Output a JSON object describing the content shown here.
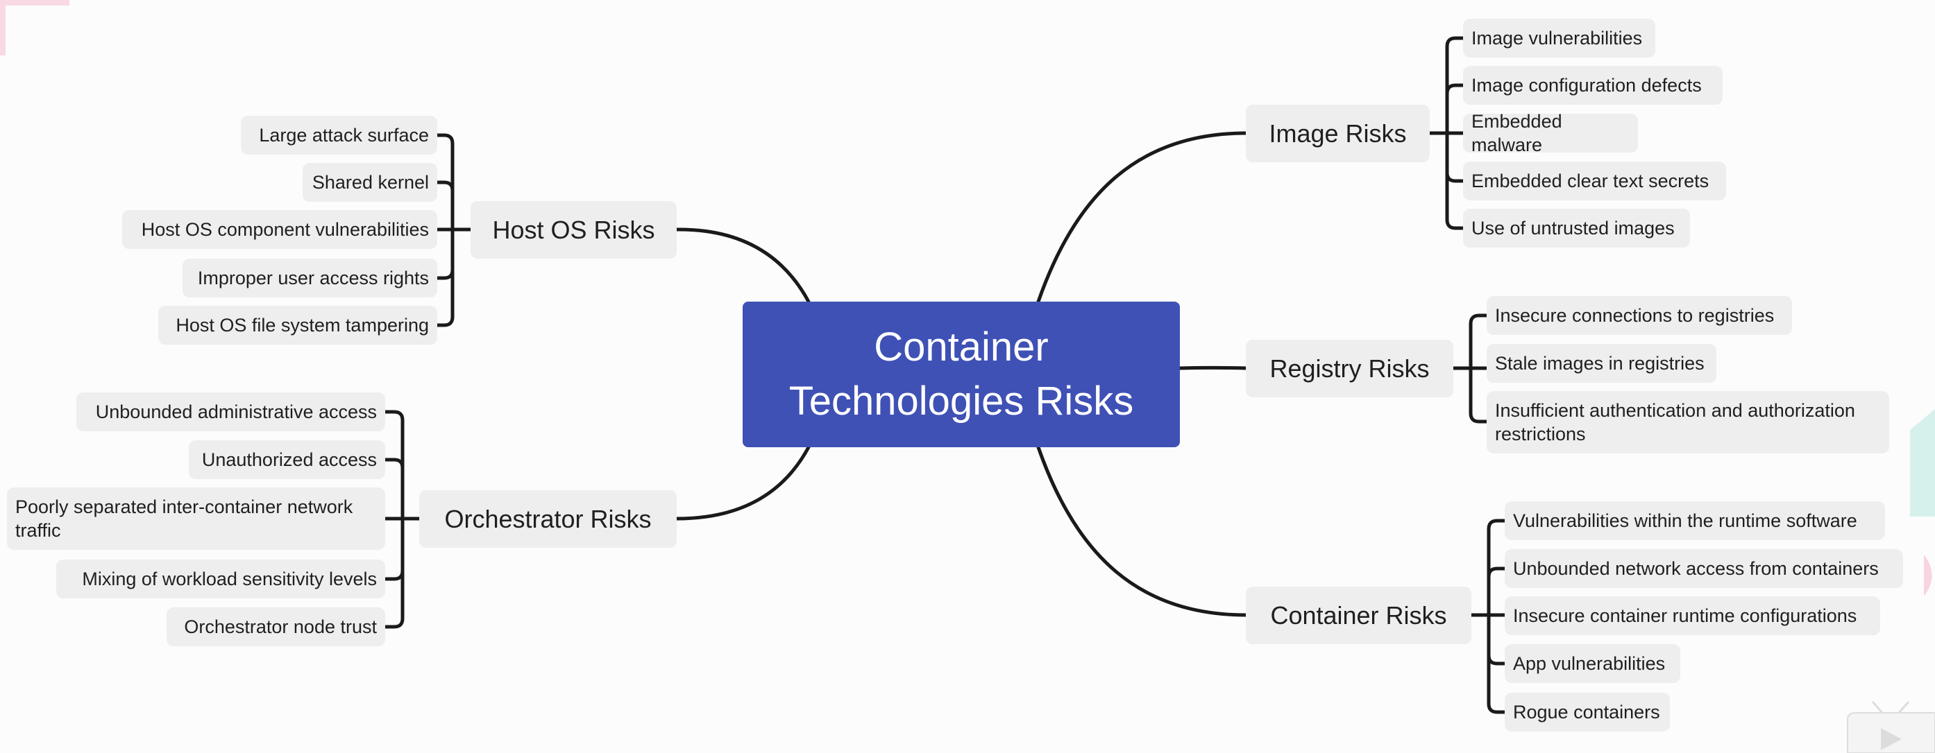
{
  "center": {
    "title": "Container Technologies Risks"
  },
  "branches": {
    "host_os": {
      "label": "Host OS Risks",
      "items": [
        "Large attack surface",
        "Shared kernel",
        "Host OS component vulnerabilities",
        "Improper user access rights",
        "Host OS file system tampering"
      ]
    },
    "orchestrator": {
      "label": "Orchestrator Risks",
      "items": [
        "Unbounded administrative access",
        "Unauthorized access",
        "Poorly separated inter-container network traffic",
        "Mixing of workload sensitivity levels",
        "Orchestrator node trust"
      ]
    },
    "image": {
      "label": "Image Risks",
      "items": [
        "Image vulnerabilities",
        "Image configuration defects",
        "Embedded malware",
        "Embedded clear text secrets",
        "Use of untrusted images"
      ]
    },
    "registry": {
      "label": "Registry Risks",
      "items": [
        "Insecure connections to registries",
        "Stale images in registries",
        "Insufficient authentication and authorization restrictions"
      ]
    },
    "container": {
      "label": "Container Risks",
      "items": [
        "Vulnerabilities within the runtime software",
        "Unbounded network access from containers",
        "Insecure container runtime configurations",
        "App vulnerabilities",
        "Rogue containers"
      ]
    }
  },
  "colors": {
    "center_fill": "#3f51b5",
    "center_text": "#ffffff",
    "node_fill": "#eeeeee",
    "connector": "#1a1a1a",
    "background": "#fcfcfc"
  }
}
